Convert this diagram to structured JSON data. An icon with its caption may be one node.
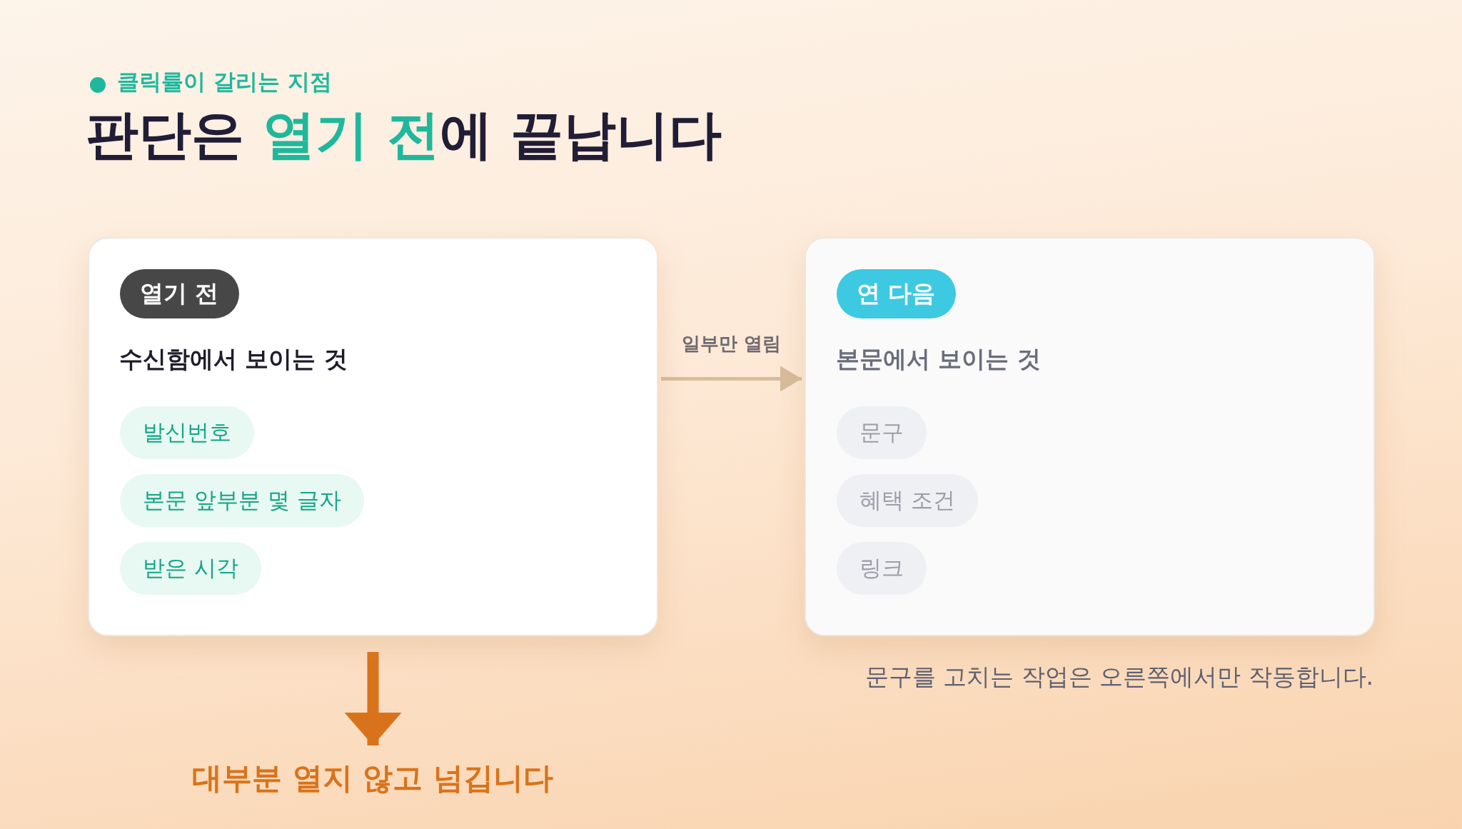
{
  "diagram": {
    "title": "판단은 **열기 전**에 끝납니다",
    "nodes": [
      {
        "text": [
          "수신함에서 보이는 것"
        ]
      },
      {
        "text": [
          "열기 전"
        ],
        "in": 0
      },
      {
        "text": [
          "발신번호"
        ],
        "in": 0
      },
      {
        "text": [
          "본문 앞부분 몇 글자"
        ],
        "in": 0
      },
      {
        "text": [
          "받은 시각"
        ],
        "in": 0
      },
      {
        "text": [
          "본문에서 보이는 것"
        ]
      },
      {
        "text": [
          "연 다음"
        ],
        "in": 5
      },
      {
        "text": [
          "문구"
        ],
        "in": 5
      },
      {
        "text": [
          "혜택 조건"
        ],
        "in": 5
      },
      {
        "text": [
          "링크"
        ],
        "in": 5
      },
      {
        "text": [
          "대부분 열지 않고 넘깁니다"
        ]
      }
    ],
    "edges": [
      {
        "from": 0,
        "to": 5,
        "arrow": "to",
        "label": "일부만 열림",
        "color": "#d8bc9c"
      },
      {
        "from": 0,
        "to": 10,
        "arrow": "to",
        "style": "thick",
        "color": "#d9731b"
      }
    ],
    "labels": [
      "클릭률이 갈리는 지점",
      "문구를 고치는 작업은 오른쪽에서만 작동합니다."
    ]
  }
}
